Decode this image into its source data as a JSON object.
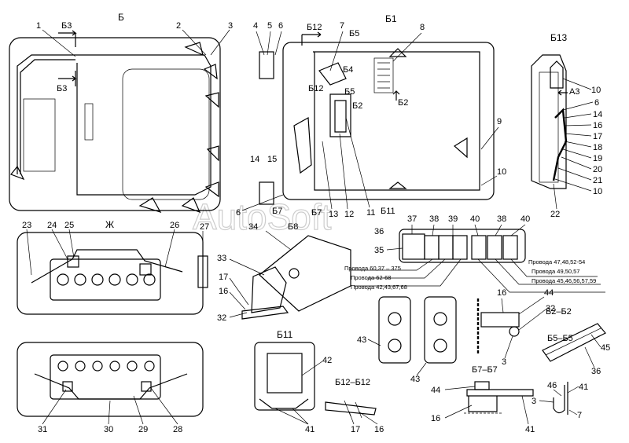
{
  "views": {
    "b": "Б",
    "b1": "Б1",
    "b13": "Б13",
    "zh": "Ж",
    "b11": "Б11",
    "b12b12": "Б12–Б12",
    "b2b2": "Б2–Б2",
    "b5b5": "Б5–Б5",
    "b7b7": "Б7–Б7",
    "a3": "A3"
  },
  "section_marks": {
    "b3_top": "Б3",
    "b3_mid": "Б3",
    "b12_top": "Б12",
    "b5_top": "Б5",
    "b4": "Б4",
    "b12_mid": "Б12",
    "b5_mid": "Б5",
    "b2_left": "Б2",
    "b2_right": "Б2",
    "b7_left": "Б7",
    "b7_right": "Б7",
    "b11": "Б11",
    "b8": "Б8"
  },
  "callouts": {
    "n1": "1",
    "n2": "2",
    "n3": "3",
    "n4": "4",
    "n5": "5",
    "n6_top": "6",
    "n7_top": "7",
    "n8": "8",
    "n9": "9",
    "n10_mid": "10",
    "n10_r1": "10",
    "n6_r": "6",
    "n14_r": "14",
    "n16_r": "16",
    "n17_r": "17",
    "n18": "18",
    "n19": "19",
    "n20": "20",
    "n21": "21",
    "n10_r2": "10",
    "n22": "22",
    "n14": "14",
    "n15": "15",
    "n6_bot": "6",
    "n13": "13",
    "n12": "12",
    "n11": "11",
    "n23": "23",
    "n24": "24",
    "n25": "25",
    "n26": "26",
    "n27": "27",
    "n34": "34",
    "n36": "36",
    "n37": "37",
    "n38a": "38",
    "n39": "39",
    "n40a": "40",
    "n38b": "38",
    "n40b": "40",
    "n35": "35",
    "n33": "33",
    "n17": "17",
    "n16": "16",
    "n32": "32",
    "n16b": "16",
    "n44": "44",
    "n32b": "32",
    "n3b": "3",
    "n45": "45",
    "n36b": "36",
    "n43a": "43",
    "n43b": "43",
    "n42": "42",
    "n41a": "41",
    "n17b": "17",
    "n16c": "16",
    "n44b": "44",
    "n16d": "16",
    "n41b": "41",
    "n46": "46",
    "n41c": "41",
    "n3c": "3",
    "n7c": "7",
    "n31": "31",
    "n30": "30",
    "n29": "29",
    "n28": "28"
  },
  "wire_notes": {
    "w1": "Провода 47,48,52-54",
    "w2": "Провода 49,50,57",
    "w3": "Провода 45,46,56,57,59",
    "w4": "Провода 60,37 – 375",
    "w5": "Провода 62-68",
    "w6": "Провода 42,43,67,68"
  },
  "watermark": "AutoSoft"
}
